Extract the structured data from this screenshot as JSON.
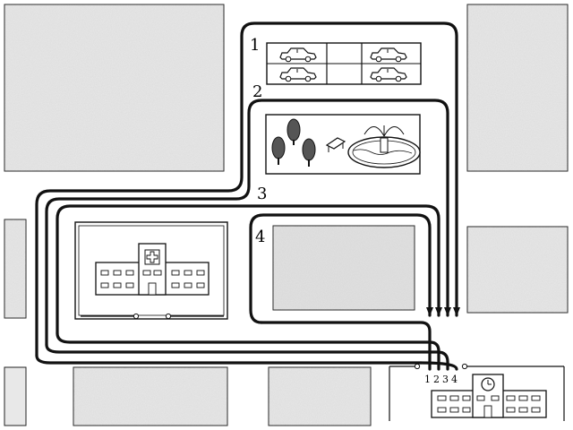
{
  "routes": [
    {
      "label": "1",
      "end_label": "1"
    },
    {
      "label": "2",
      "end_label": "2"
    },
    {
      "label": "3",
      "end_label": "3"
    },
    {
      "label": "4",
      "end_label": "4"
    }
  ],
  "icons": {
    "parking": "car-icon",
    "park": "tree-icon",
    "bench": "bench-icon",
    "fountain": "fountain-icon",
    "hospital": "hospital-icon",
    "school": "school-icon",
    "clock": "clock-icon"
  },
  "colors": {
    "block_fill": "#e6e6e6",
    "road": "#ffffff",
    "line": "#111111"
  }
}
